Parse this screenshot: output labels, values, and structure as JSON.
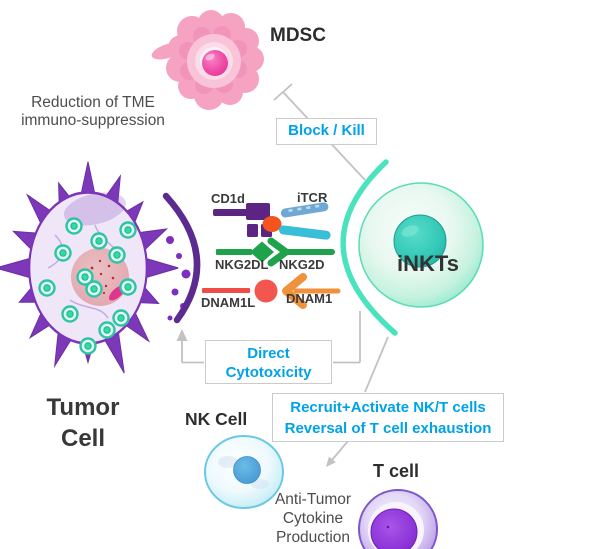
{
  "cells": {
    "mdsc": {
      "label": "MDSC"
    },
    "tumor": {
      "label_line1": "Tumor",
      "label_line2": "Cell"
    },
    "inkt": {
      "label": "iNKTs"
    },
    "nk": {
      "label": "NK Cell"
    },
    "t": {
      "label": "T cell"
    }
  },
  "callouts": {
    "block_kill": {
      "text": "Block / Kill"
    },
    "direct_cytotoxicity": {
      "line1": "Direct",
      "line2": "Cytotoxicity"
    },
    "recruit": {
      "line1": "Recruit+Activate NK/T cells",
      "line2": "Reversal of T cell exhaustion"
    }
  },
  "notes": {
    "tme": {
      "line1": "Reduction of TME",
      "line2": "immuno-suppression"
    },
    "anti_tumor": {
      "line1": "Anti-Tumor",
      "line2": "Cytokine",
      "line3": "Production"
    }
  },
  "receptors": {
    "cd1d": "CD1d",
    "itcr": "iTCR",
    "nkg2dl": "NKG2DL",
    "nkg2d": "NKG2D",
    "dnam1l": "DNAM1L",
    "dnam1": "DNAM1"
  },
  "colors": {
    "callout_text": "#00A2E8",
    "connector_gray": "#C2C2C2",
    "receptor_purple": "#5C2483",
    "receptor_green": "#1FA24C",
    "receptor_red": "#EF4B47",
    "receptor_orange": "#F0923B",
    "ligand_orange": "#F4541D",
    "itcr_blue": "#6FA8D4",
    "itcr_cyan": "#38BED9",
    "tumor_purple": "#7228B4",
    "synapse_arc_purple": "#5B2B8F",
    "synapse_arc_teal": "#4AE3BE",
    "mdsc_pink": "#F6A3C2",
    "mdsc_nucleus": "#EC3C96",
    "inkt_green": "#79E4C2",
    "inkt_nucleus": "#2BBFB0",
    "nk_blue": "#7FD4EA",
    "nk_nucleus": "#4FA9DC",
    "tcell_purple": "#8E6BD2",
    "tcell_nucleus": "#8F35D6"
  }
}
